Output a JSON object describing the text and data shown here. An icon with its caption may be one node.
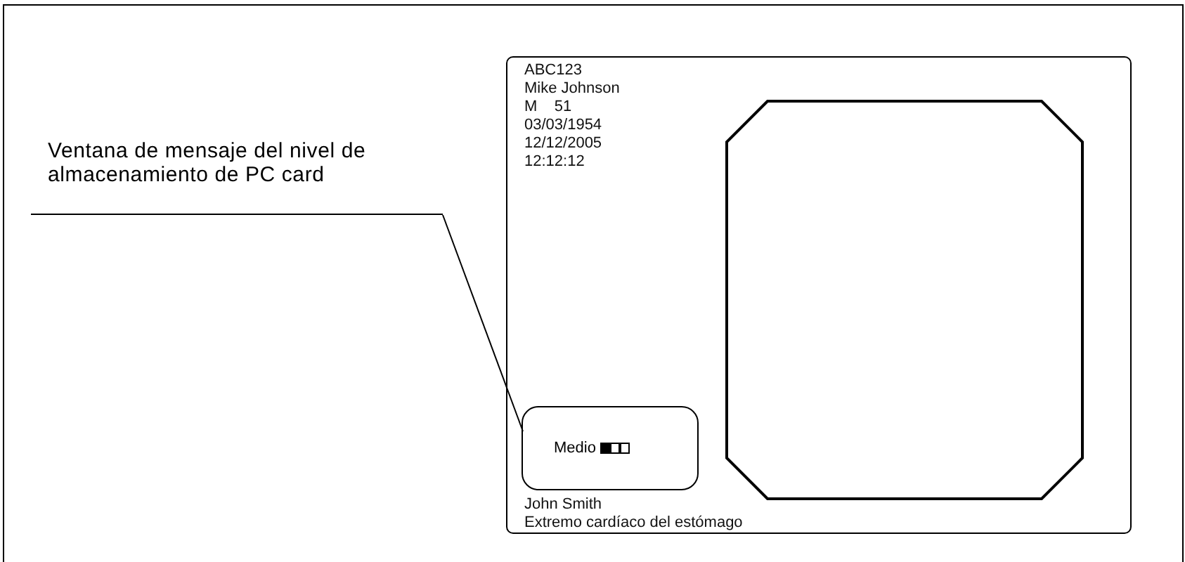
{
  "diagram": {
    "nodes": [
      {
        "text": [
          "Ventana de mensaje del nivel de almacenamiento de PC card"
        ]
      },
      {
        "text": [
          "ABC123",
          "Mike Johnson",
          "M    51",
          "03/03/1954",
          "12/12/2005",
          "12:12:12",
          "John Smith",
          "Extremo cardíaco del estómago"
        ]
      },
      {
        "text": [
          "Medio"
        ],
        "in": 1
      },
      {
        "text": [],
        "shape": "octagon",
        "in": 1
      }
    ],
    "edges": [
      {
        "from": 0,
        "to": 2,
        "arrow": "none"
      }
    ]
  }
}
